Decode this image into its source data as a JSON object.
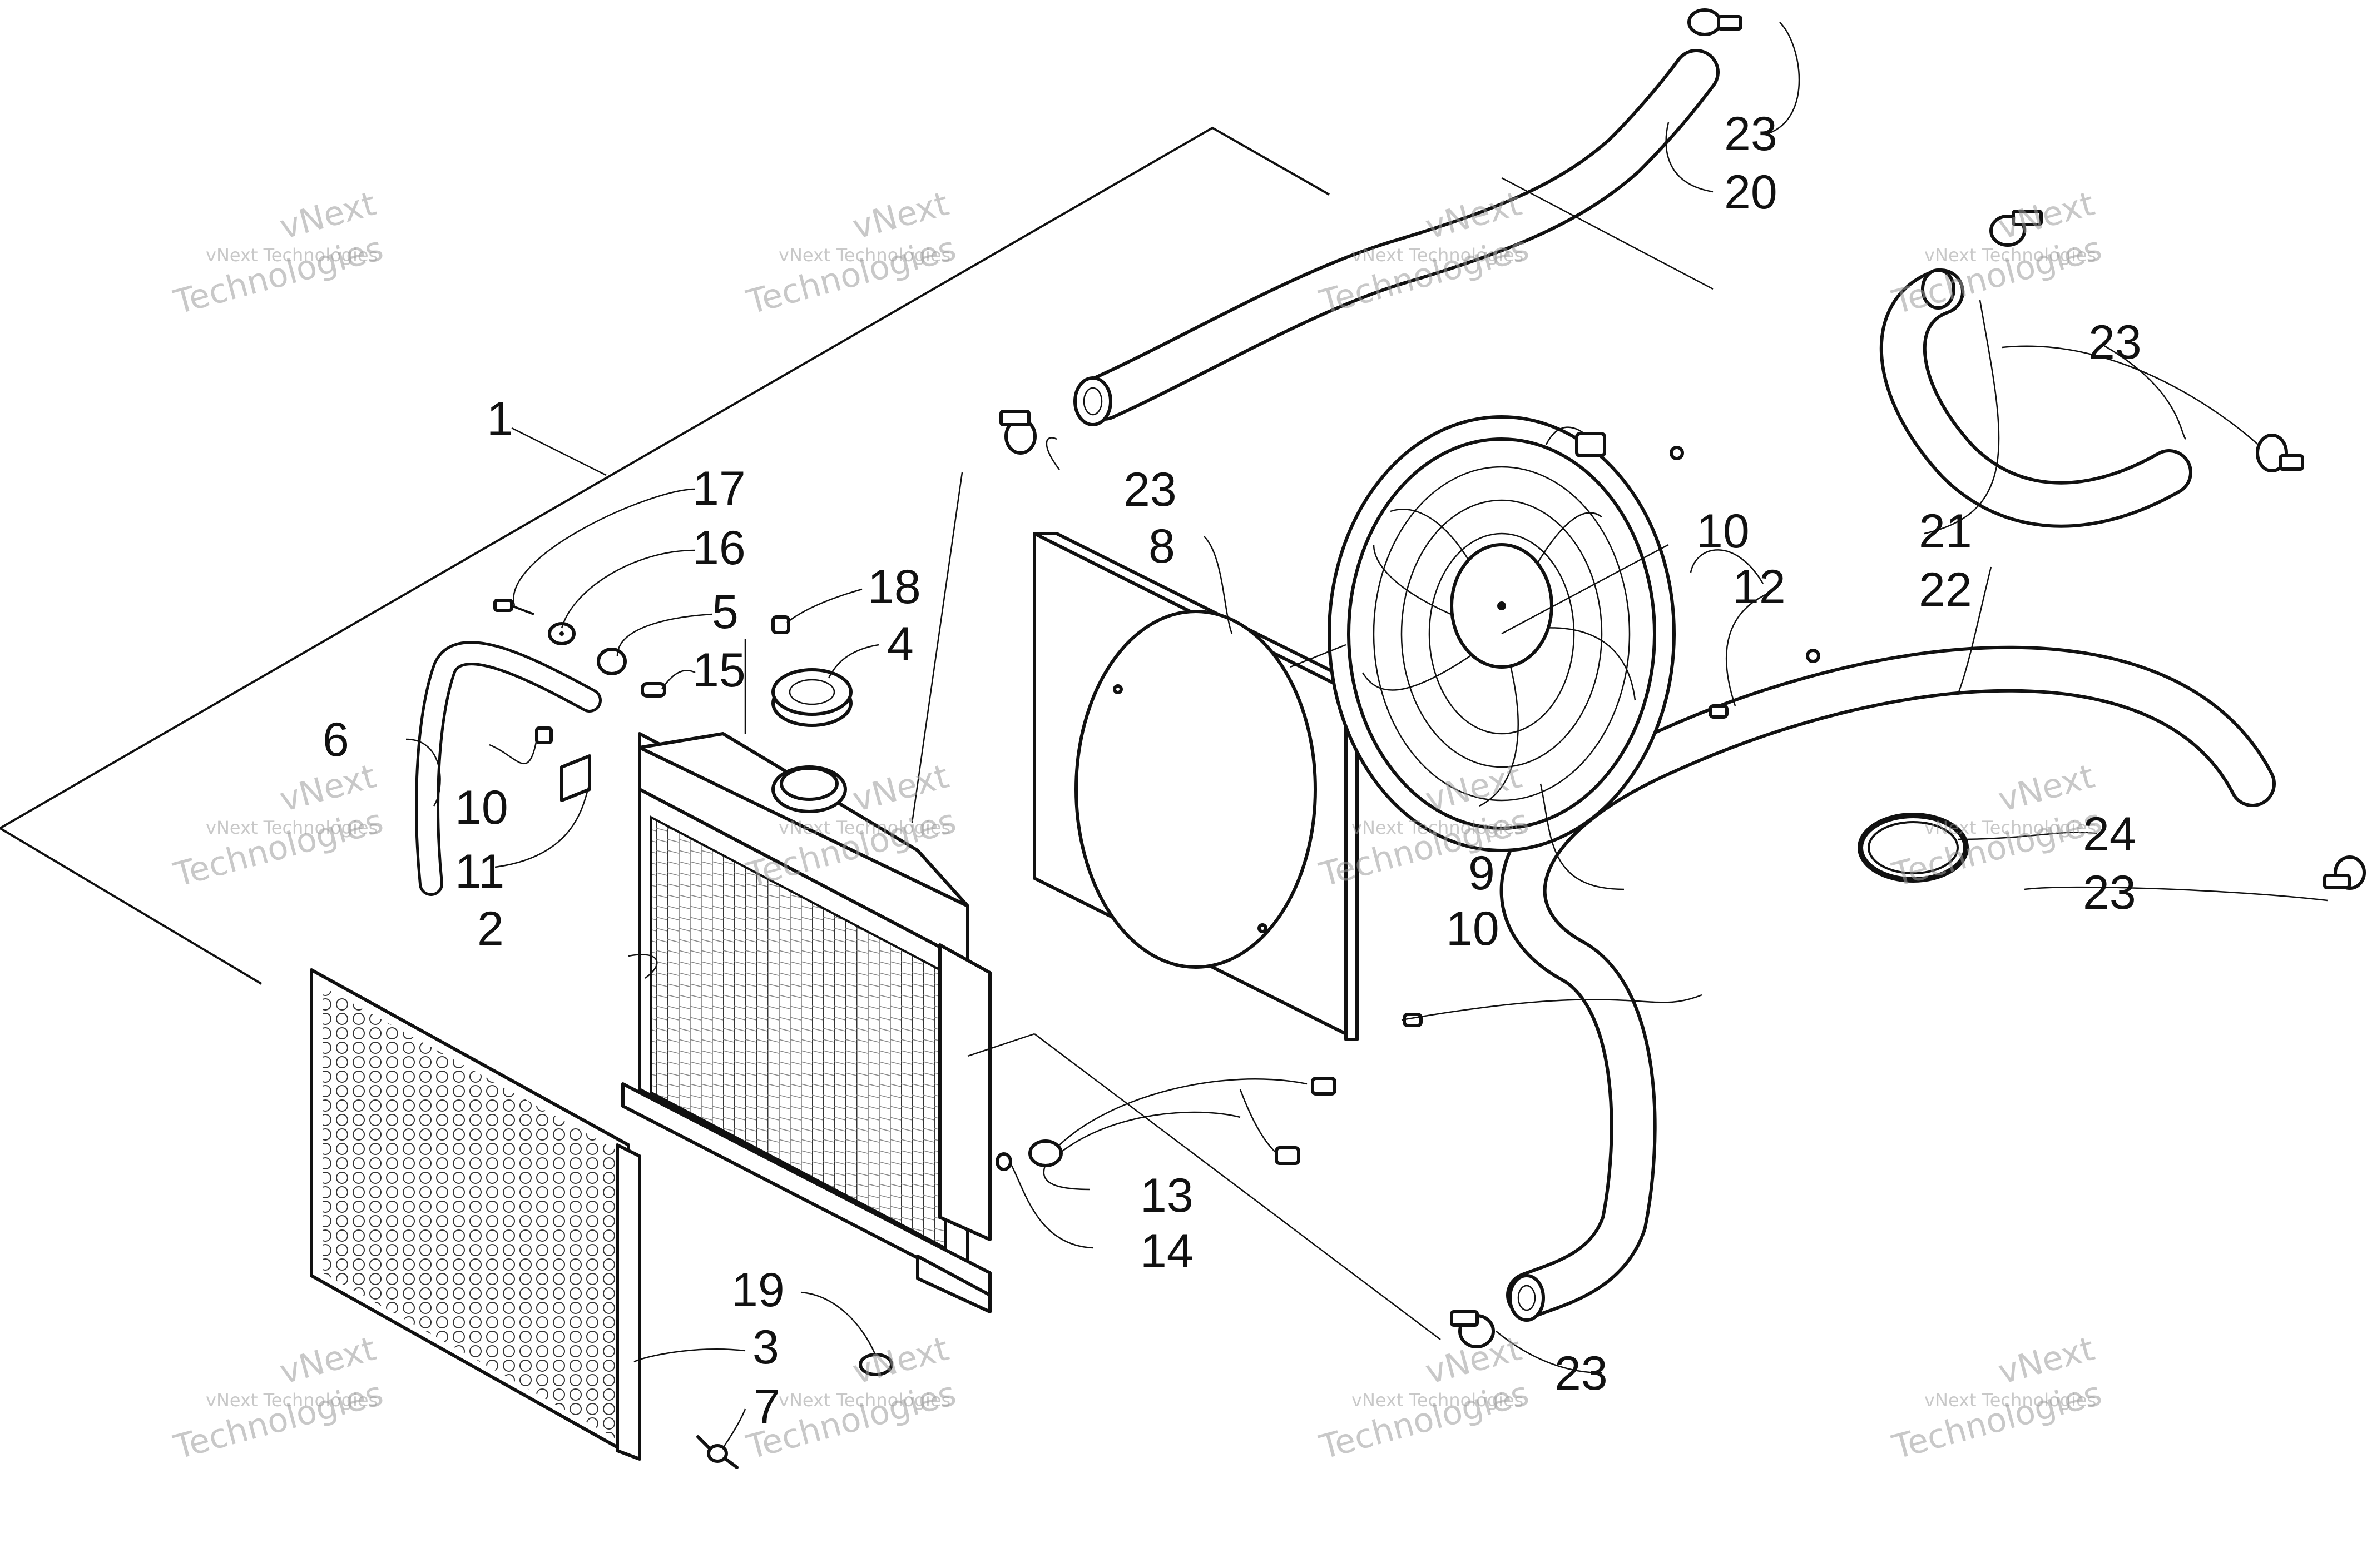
{
  "watermark": {
    "line1": "vNext",
    "line2": "vNext Technologies",
    "line3": "Technologies"
  },
  "callouts": [
    {
      "id": "1",
      "text": "1"
    },
    {
      "id": "2",
      "text": "2"
    },
    {
      "id": "3",
      "text": "3"
    },
    {
      "id": "4",
      "text": "4"
    },
    {
      "id": "5",
      "text": "5"
    },
    {
      "id": "6",
      "text": "6"
    },
    {
      "id": "7",
      "text": "7"
    },
    {
      "id": "8",
      "text": "8"
    },
    {
      "id": "9",
      "text": "9"
    },
    {
      "id": "10a",
      "text": "10"
    },
    {
      "id": "10b",
      "text": "10"
    },
    {
      "id": "10c",
      "text": "10"
    },
    {
      "id": "11",
      "text": "11"
    },
    {
      "id": "12",
      "text": "12"
    },
    {
      "id": "13",
      "text": "13"
    },
    {
      "id": "14",
      "text": "14"
    },
    {
      "id": "15",
      "text": "15"
    },
    {
      "id": "16",
      "text": "16"
    },
    {
      "id": "17",
      "text": "17"
    },
    {
      "id": "18",
      "text": "18"
    },
    {
      "id": "19",
      "text": "19"
    },
    {
      "id": "20",
      "text": "20"
    },
    {
      "id": "21",
      "text": "21"
    },
    {
      "id": "22",
      "text": "22"
    },
    {
      "id": "23a",
      "text": "23"
    },
    {
      "id": "23b",
      "text": "23"
    },
    {
      "id": "23c",
      "text": "23"
    },
    {
      "id": "23d",
      "text": "23"
    },
    {
      "id": "23e",
      "text": "23"
    },
    {
      "id": "24",
      "text": "24"
    }
  ]
}
